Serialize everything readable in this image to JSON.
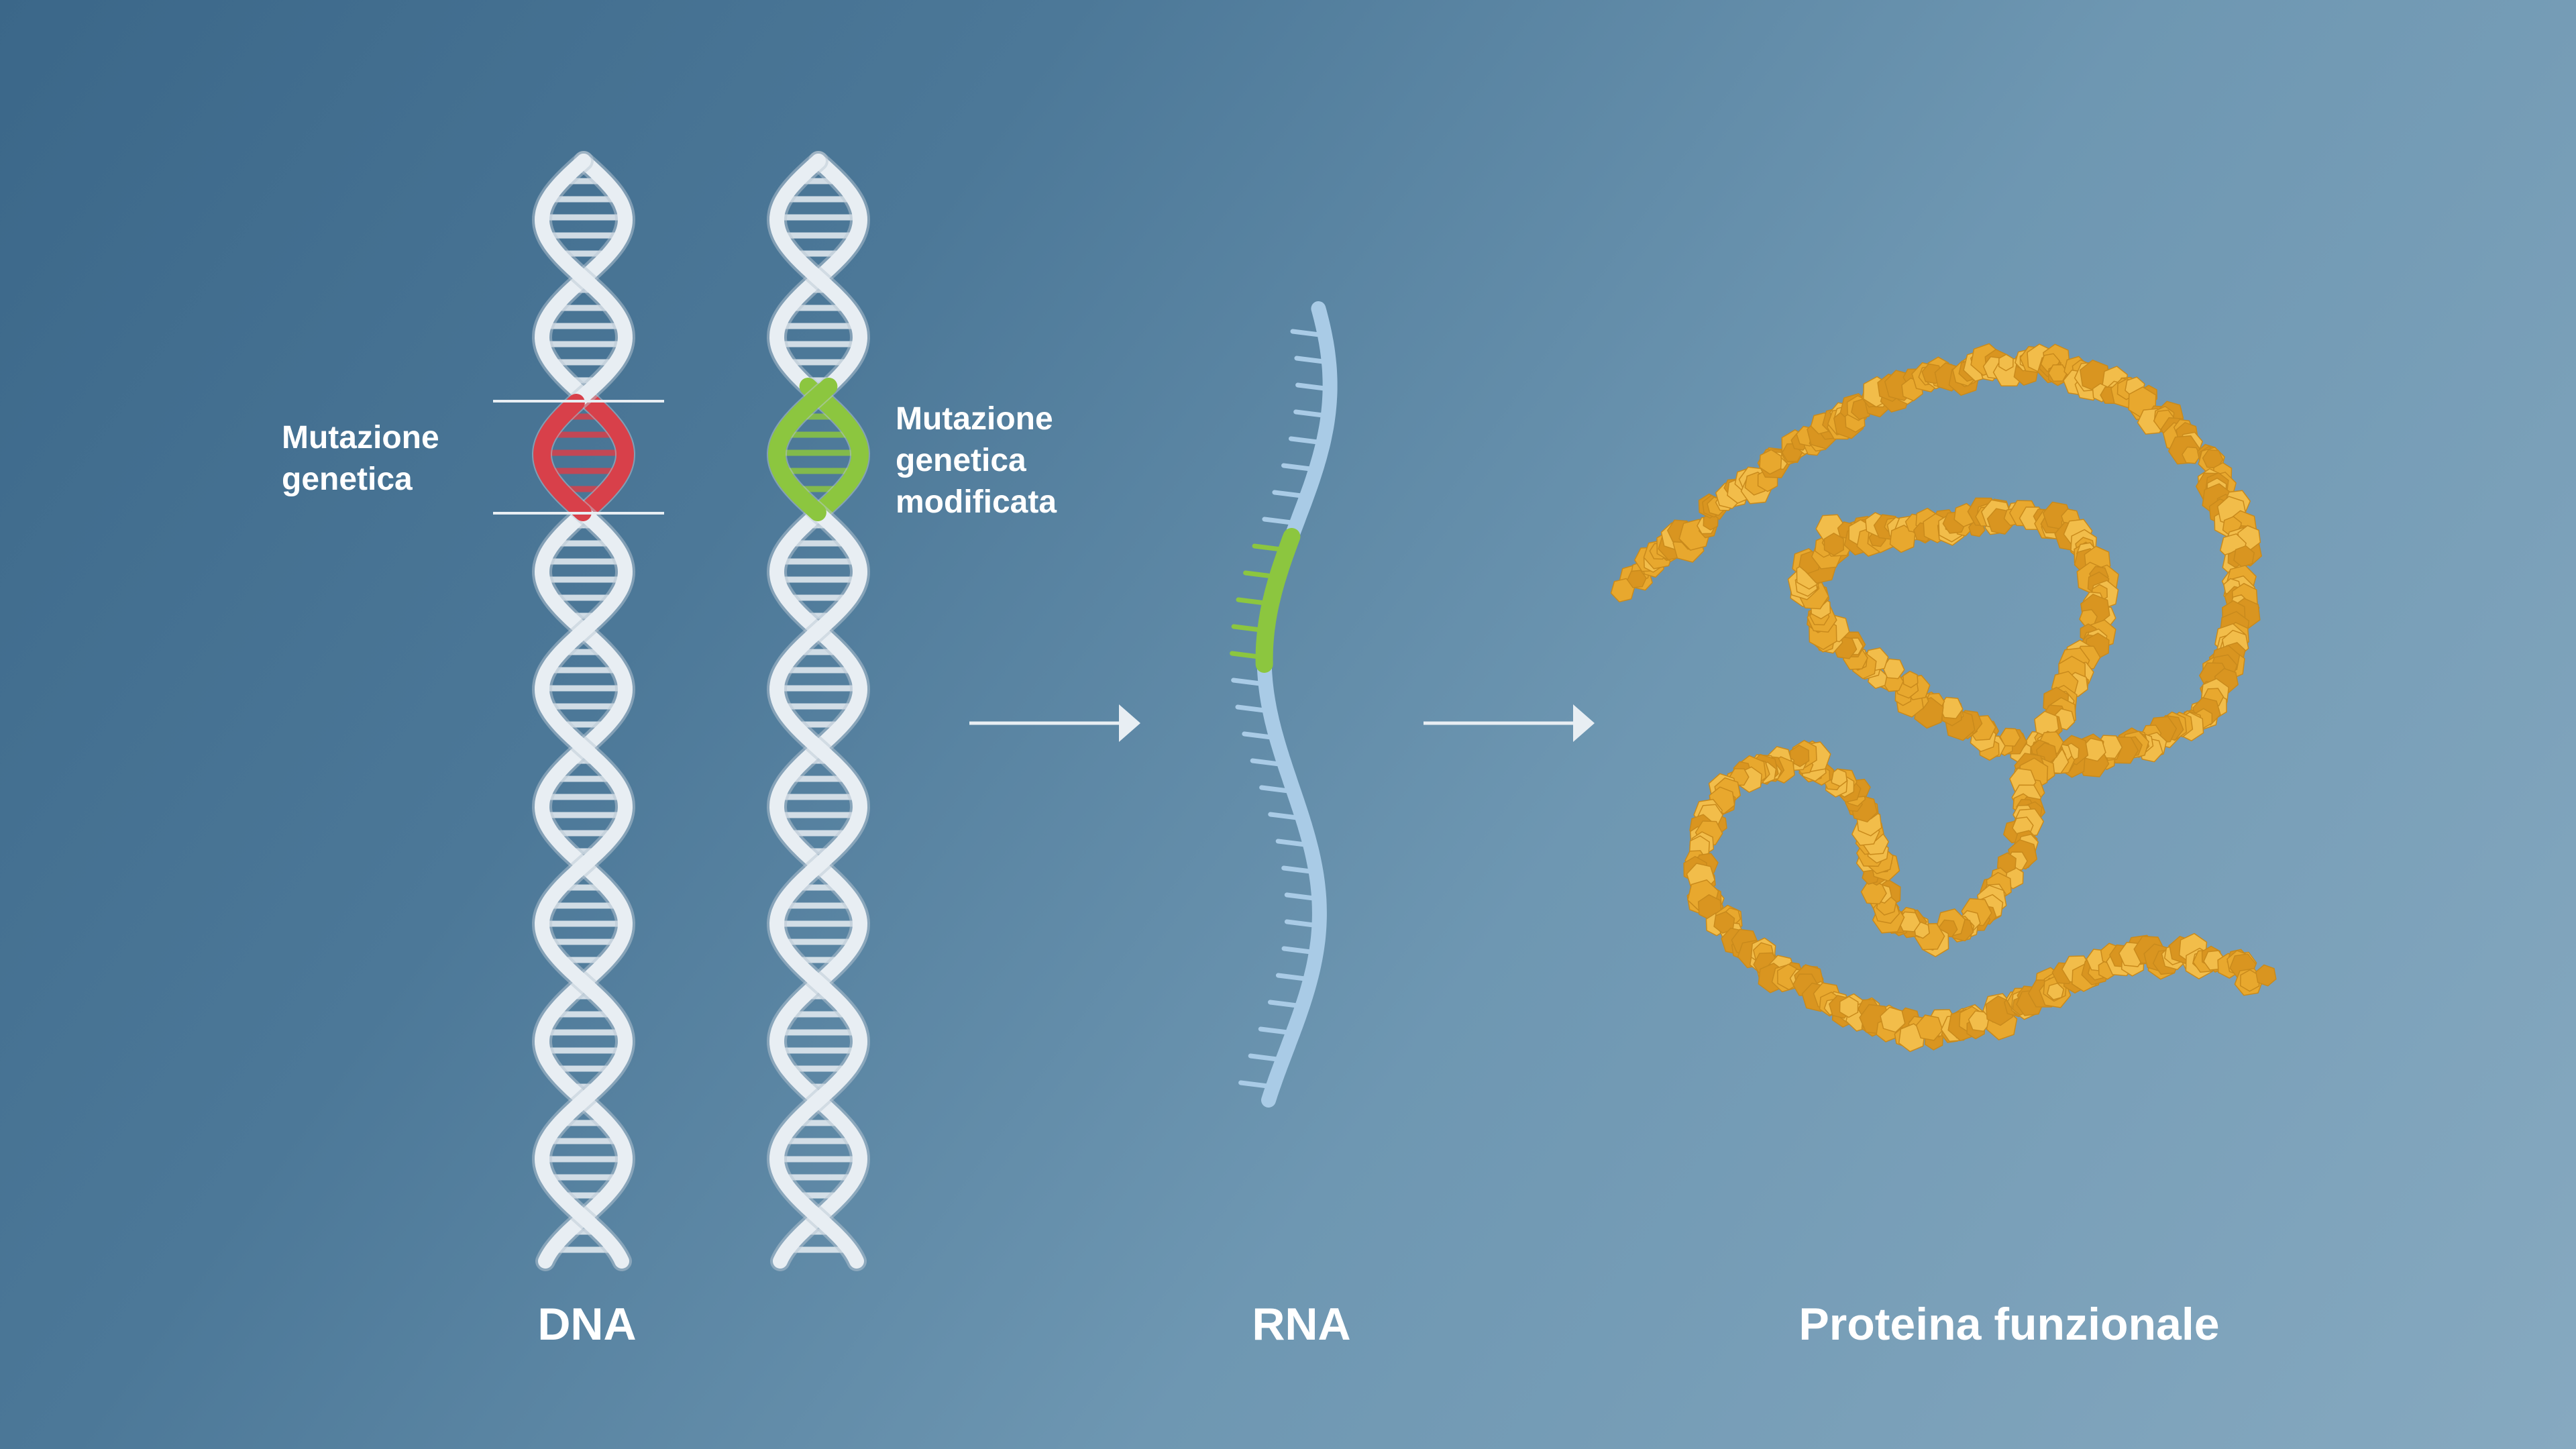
{
  "labels": {
    "mutation": [
      "Mutazione",
      "genetica"
    ],
    "modified": [
      "Mutazione",
      "genetica",
      "modificata"
    ],
    "dna": "DNA",
    "rna": "RNA",
    "protein": "Proteina funzionale"
  },
  "colors": {
    "background_start": "#3b6789",
    "background_end": "#86a9c0",
    "dna_strand": "#e8eef3",
    "mutation_red": "#d8404a",
    "modified_green": "#8cc63f",
    "rna_strand": "#a9cbe6",
    "protein_orange": "#e8a82e",
    "arrow": "#e8eef3"
  }
}
